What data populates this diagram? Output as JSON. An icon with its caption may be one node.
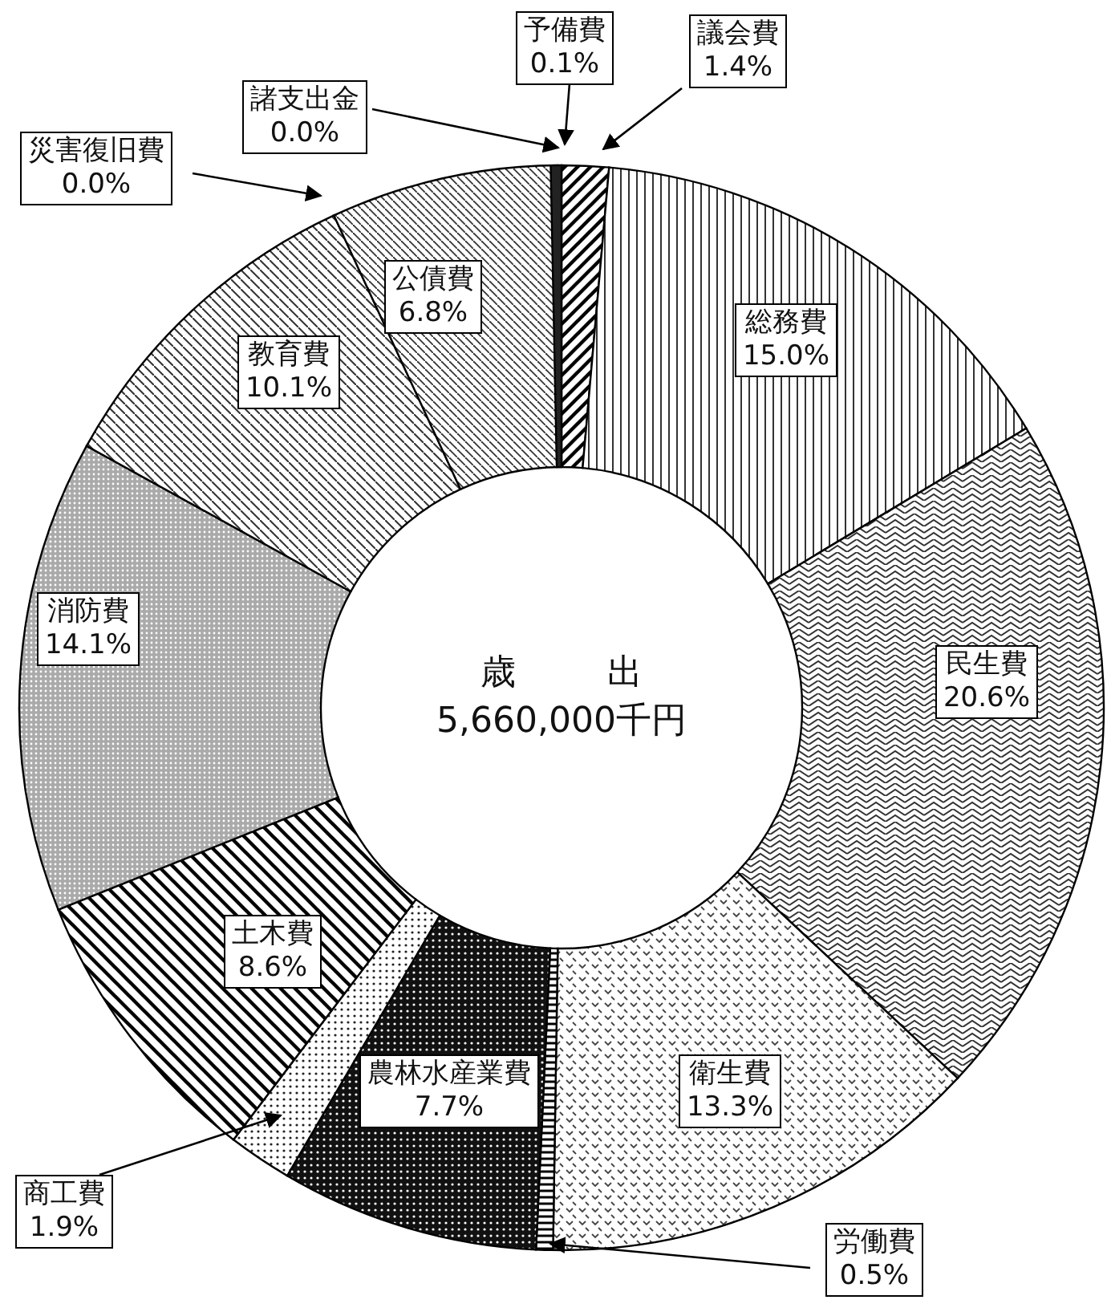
{
  "diagram": {
    "chart_data": {
      "type": "donut",
      "title": "歳出",
      "categories": [
        "議会費",
        "総務費",
        "民生費",
        "衛生費",
        "労働費",
        "農林水産業費",
        "商工費",
        "土木費",
        "消防費",
        "教育費",
        "災害復旧費",
        "公債費",
        "諸支出金",
        "予備費"
      ],
      "values": [
        1.4,
        15.0,
        20.6,
        13.3,
        0.5,
        7.7,
        1.9,
        8.6,
        14.1,
        10.1,
        0.0,
        6.8,
        0.0,
        0.1
      ],
      "value_labels": [
        "1.4%",
        "15.0%",
        "20.6%",
        "13.3%",
        "0.5%",
        "7.7%",
        "1.9%",
        "8.6%",
        "14.1%",
        "10.1%",
        "0.0%",
        "6.8%",
        "0.0%",
        "0.1%"
      ],
      "annotations": [
        "5,660,000千円"
      ]
    }
  }
}
